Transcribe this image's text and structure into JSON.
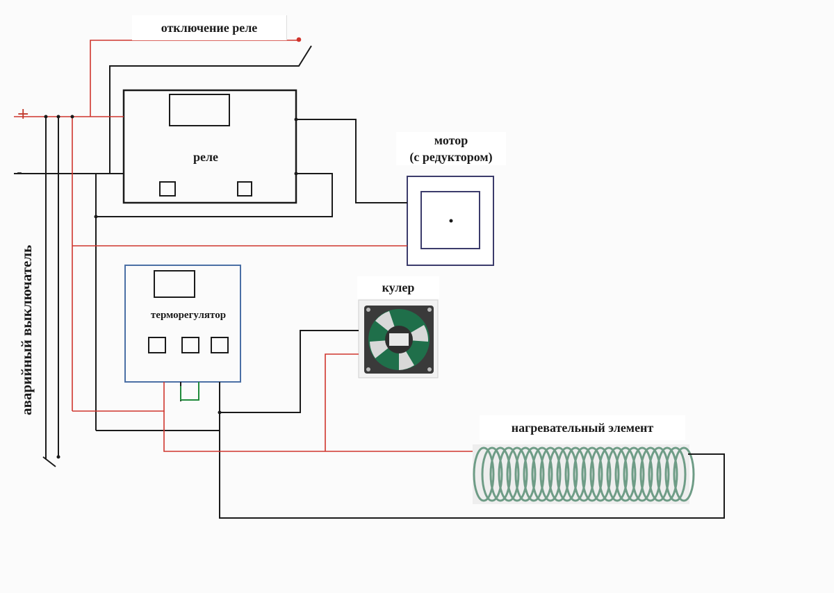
{
  "labels": {
    "relay_off": "отключение реле",
    "relay": "реле",
    "motor_line1": "мотор",
    "motor_line2": "(с редуктором)",
    "cooler": "кулер",
    "thermostat": "терморегулятор",
    "heater": "нагревательный элемент",
    "breaker": "аварийный выключатель",
    "plus": "+",
    "minus": "-"
  },
  "colors": {
    "positive_wire": "#d0342c",
    "negative_wire": "#1a1a1a",
    "thermostat_frame": "#4a6fa5",
    "motor_frame": "#3b3b6b",
    "green_link": "#1f8a3a"
  }
}
